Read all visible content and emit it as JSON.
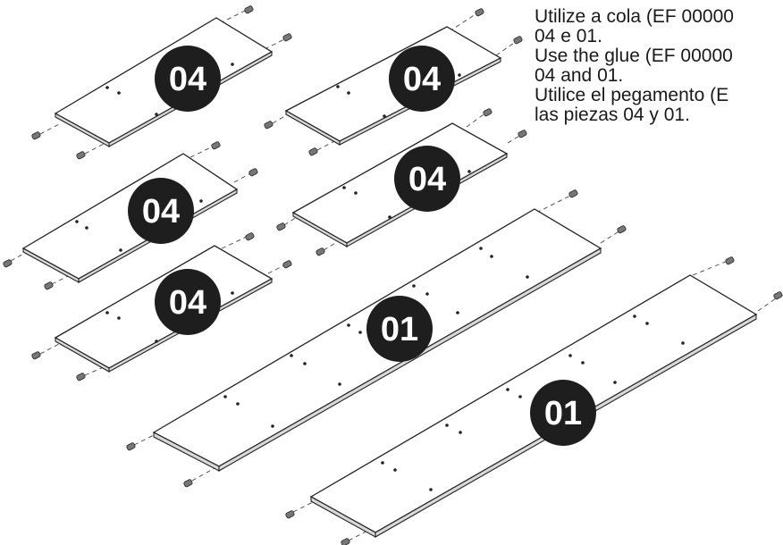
{
  "instructions": {
    "pt": "Utilize a cola (EF 00000",
    "pt_cont": "04 e 01.",
    "en": "Use the glue (EF 00000",
    "en_cont": "04 and 01.",
    "es": "Utilice el pegamento (E",
    "es_cont": "las piezas 04 y 01."
  },
  "parts": [
    {
      "id": "panel-04-a",
      "label": "04"
    },
    {
      "id": "panel-04-b",
      "label": "04"
    },
    {
      "id": "panel-04-c",
      "label": "04"
    },
    {
      "id": "panel-04-d",
      "label": "04"
    },
    {
      "id": "panel-04-e",
      "label": "04"
    },
    {
      "id": "panel-01-a",
      "label": "01"
    },
    {
      "id": "panel-01-b",
      "label": "01"
    }
  ]
}
